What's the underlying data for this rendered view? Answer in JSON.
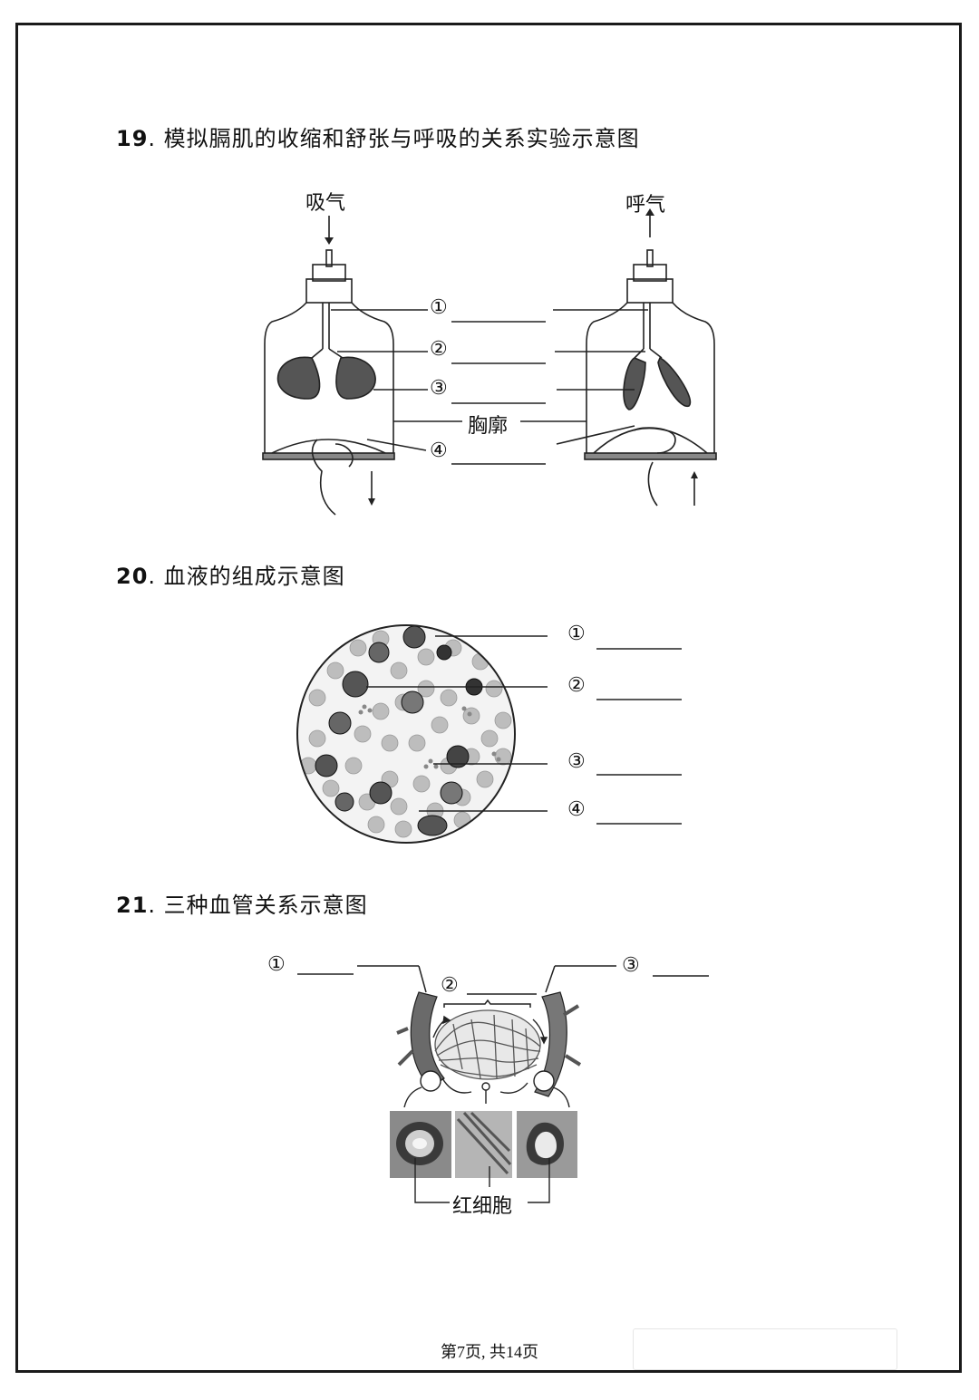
{
  "q19": {
    "number": "19",
    "title": ". 模拟膈肌的收缩和舒张与呼吸的关系实验示意图",
    "inhale_label": "吸气",
    "exhale_label": "呼气",
    "markers": [
      "①",
      "②",
      "③",
      "④"
    ],
    "chest_label": "胸廓"
  },
  "q20": {
    "number": "20",
    "title": ". 血液的组成示意图",
    "markers": [
      "①",
      "②",
      "③",
      "④"
    ]
  },
  "q21": {
    "number": "21",
    "title": ". 三种血管关系示意图",
    "markers": [
      "①",
      "②",
      "③"
    ],
    "rbc_label": "红细胞"
  },
  "footer": {
    "page_text": "第7页, 共14页"
  }
}
